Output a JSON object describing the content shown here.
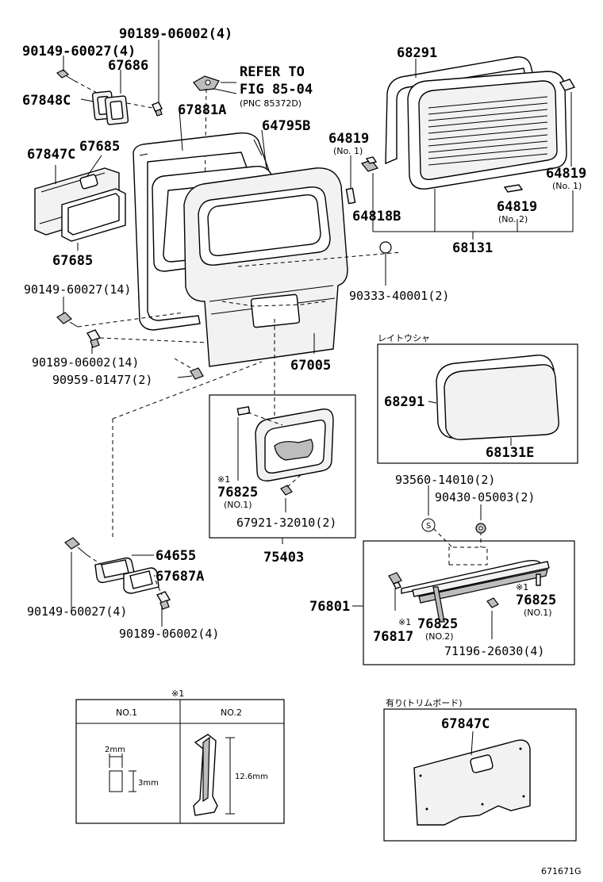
{
  "labels": {
    "p90189_06002_4_top": "90189-06002(4)",
    "p90149_60027_4_top": "90149-60027(4)",
    "p67686": "67686",
    "p67848c": "67848C",
    "refer_to": "REFER TO",
    "fig_85_04": "FIG 85-04",
    "pnc_85372d": "(PNC 85372D)",
    "p67881a": "67881A",
    "p64795b": "64795B",
    "p68291_top": "68291",
    "p64819_no1_left": "64819",
    "no1_left": "(No. 1)",
    "p64818b": "64818B",
    "p64819_no2": "64819",
    "no2": "(No. 2)",
    "p64819_no1_right": "64819",
    "no1_right": "(No. 1)",
    "p68131": "68131",
    "p67847c_top": "67847C",
    "p67685_top": "67685",
    "p67685_bottom": "67685",
    "p90149_60027_14": "90149-60027(14)",
    "p90333_40001_2": "90333-40001(2)",
    "p90189_06002_14": "90189-06002(14)",
    "p90959_01477_2": "90959-01477(2)",
    "p67005": "67005",
    "reitousha": "レイトウシャ",
    "p68291_box": "68291",
    "p68131e": "68131E",
    "mark1_a": "※1",
    "p76825_no1_a": "76825",
    "no1_a": "(NO.1)",
    "p67921_32010_2": "67921-32010(2)",
    "p75403": "75403",
    "p93560_14010_2": "93560-14010(2)",
    "p90430_05003_2": "90430-05003(2)",
    "s_mark": "S",
    "p64655": "64655",
    "p67687a": "67687A",
    "p90149_60027_4_bottom": "90149-60027(4)",
    "p90189_06002_4_bottom": "90189-06002(4)",
    "p76801": "76801",
    "mark1_b": "※1",
    "p76825_no1_b": "76825",
    "no1_b": "(NO.1)",
    "mark1_c": "※1",
    "p76825_no2": "76825",
    "no2_b": "(NO.2)",
    "p76817": "76817",
    "p71196_26030_4": "71196-26030(4)",
    "mark1_table": "※1",
    "col_no1": "NO.1",
    "col_no2": "NO.2",
    "dim_2mm": "2mm",
    "dim_3mm": "3mm",
    "dim_12_6mm": "12.6mm",
    "ari_trim_board": "有り(トリムボード)",
    "p67847c_box": "67847C",
    "figure_id": "671671G"
  }
}
